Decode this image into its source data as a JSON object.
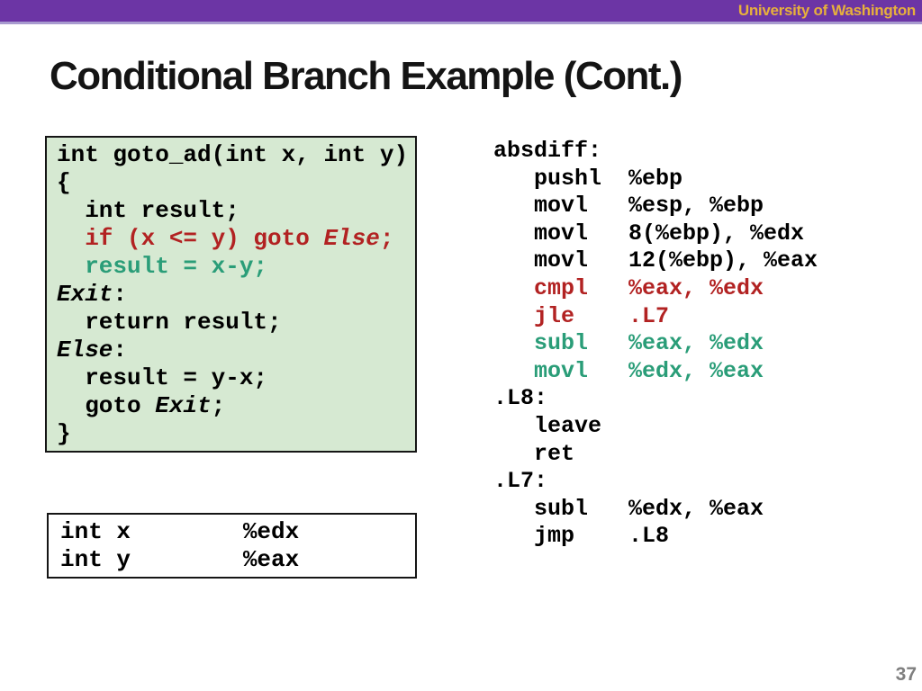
{
  "header": {
    "institution": "University of Washington"
  },
  "title": "Conditional Branch Example (Cont.)",
  "page_number": "37",
  "colors": {
    "uw_purple": "#6c35a5",
    "uw_lavender": "#a89bcf",
    "uw_gold": "#e7b03c",
    "code_red": "#b22222",
    "code_teal": "#2a9d78",
    "c_box_bg": "#d6e9d2",
    "page_gray": "#7f7f7f"
  },
  "c_code": {
    "lines": [
      [
        {
          "t": "int goto_ad(int x, int y)"
        }
      ],
      [
        {
          "t": "{"
        }
      ],
      [
        {
          "t": "  int result;"
        }
      ],
      [
        {
          "t": "  if (x <= y) goto ",
          "s": "r"
        },
        {
          "t": "Else",
          "s": "r i"
        },
        {
          "t": ";",
          "s": "r"
        }
      ],
      [
        {
          "t": "  result = x-y;",
          "s": "g"
        }
      ],
      [
        {
          "t": "Exit",
          "s": "i"
        },
        {
          "t": ":"
        }
      ],
      [
        {
          "t": "  return result;"
        }
      ],
      [
        {
          "t": "Else",
          "s": "i"
        },
        {
          "t": ":"
        }
      ],
      [
        {
          "t": "  result = y-x;"
        }
      ],
      [
        {
          "t": "  goto "
        },
        {
          "t": "Exit",
          "s": "i"
        },
        {
          "t": ";"
        }
      ],
      [
        {
          "t": "}"
        }
      ]
    ]
  },
  "asm_code": {
    "lines": [
      [
        {
          "t": "absdiff:"
        }
      ],
      [
        {
          "t": "   pushl  %ebp"
        }
      ],
      [
        {
          "t": "   movl   %esp, %ebp"
        }
      ],
      [
        {
          "t": "   movl   8(%ebp), %edx"
        }
      ],
      [
        {
          "t": "   movl   12(%ebp), %eax"
        }
      ],
      [
        {
          "t": "   cmpl   %eax, %edx",
          "s": "r"
        }
      ],
      [
        {
          "t": "   jle    .L7",
          "s": "r"
        }
      ],
      [
        {
          "t": "   subl   %eax, %edx",
          "s": "g"
        }
      ],
      [
        {
          "t": "   movl   %edx, %eax",
          "s": "g"
        }
      ],
      [
        {
          "t": ".L8:"
        }
      ],
      [
        {
          "t": "   leave"
        }
      ],
      [
        {
          "t": "   ret"
        }
      ],
      [
        {
          "t": ".L7:"
        }
      ],
      [
        {
          "t": "   subl   %edx, %eax"
        }
      ],
      [
        {
          "t": "   jmp    .L8"
        }
      ]
    ]
  },
  "register_map": {
    "lines": [
      [
        {
          "t": "int x        %edx"
        }
      ],
      [
        {
          "t": "int y        %eax"
        }
      ]
    ]
  }
}
